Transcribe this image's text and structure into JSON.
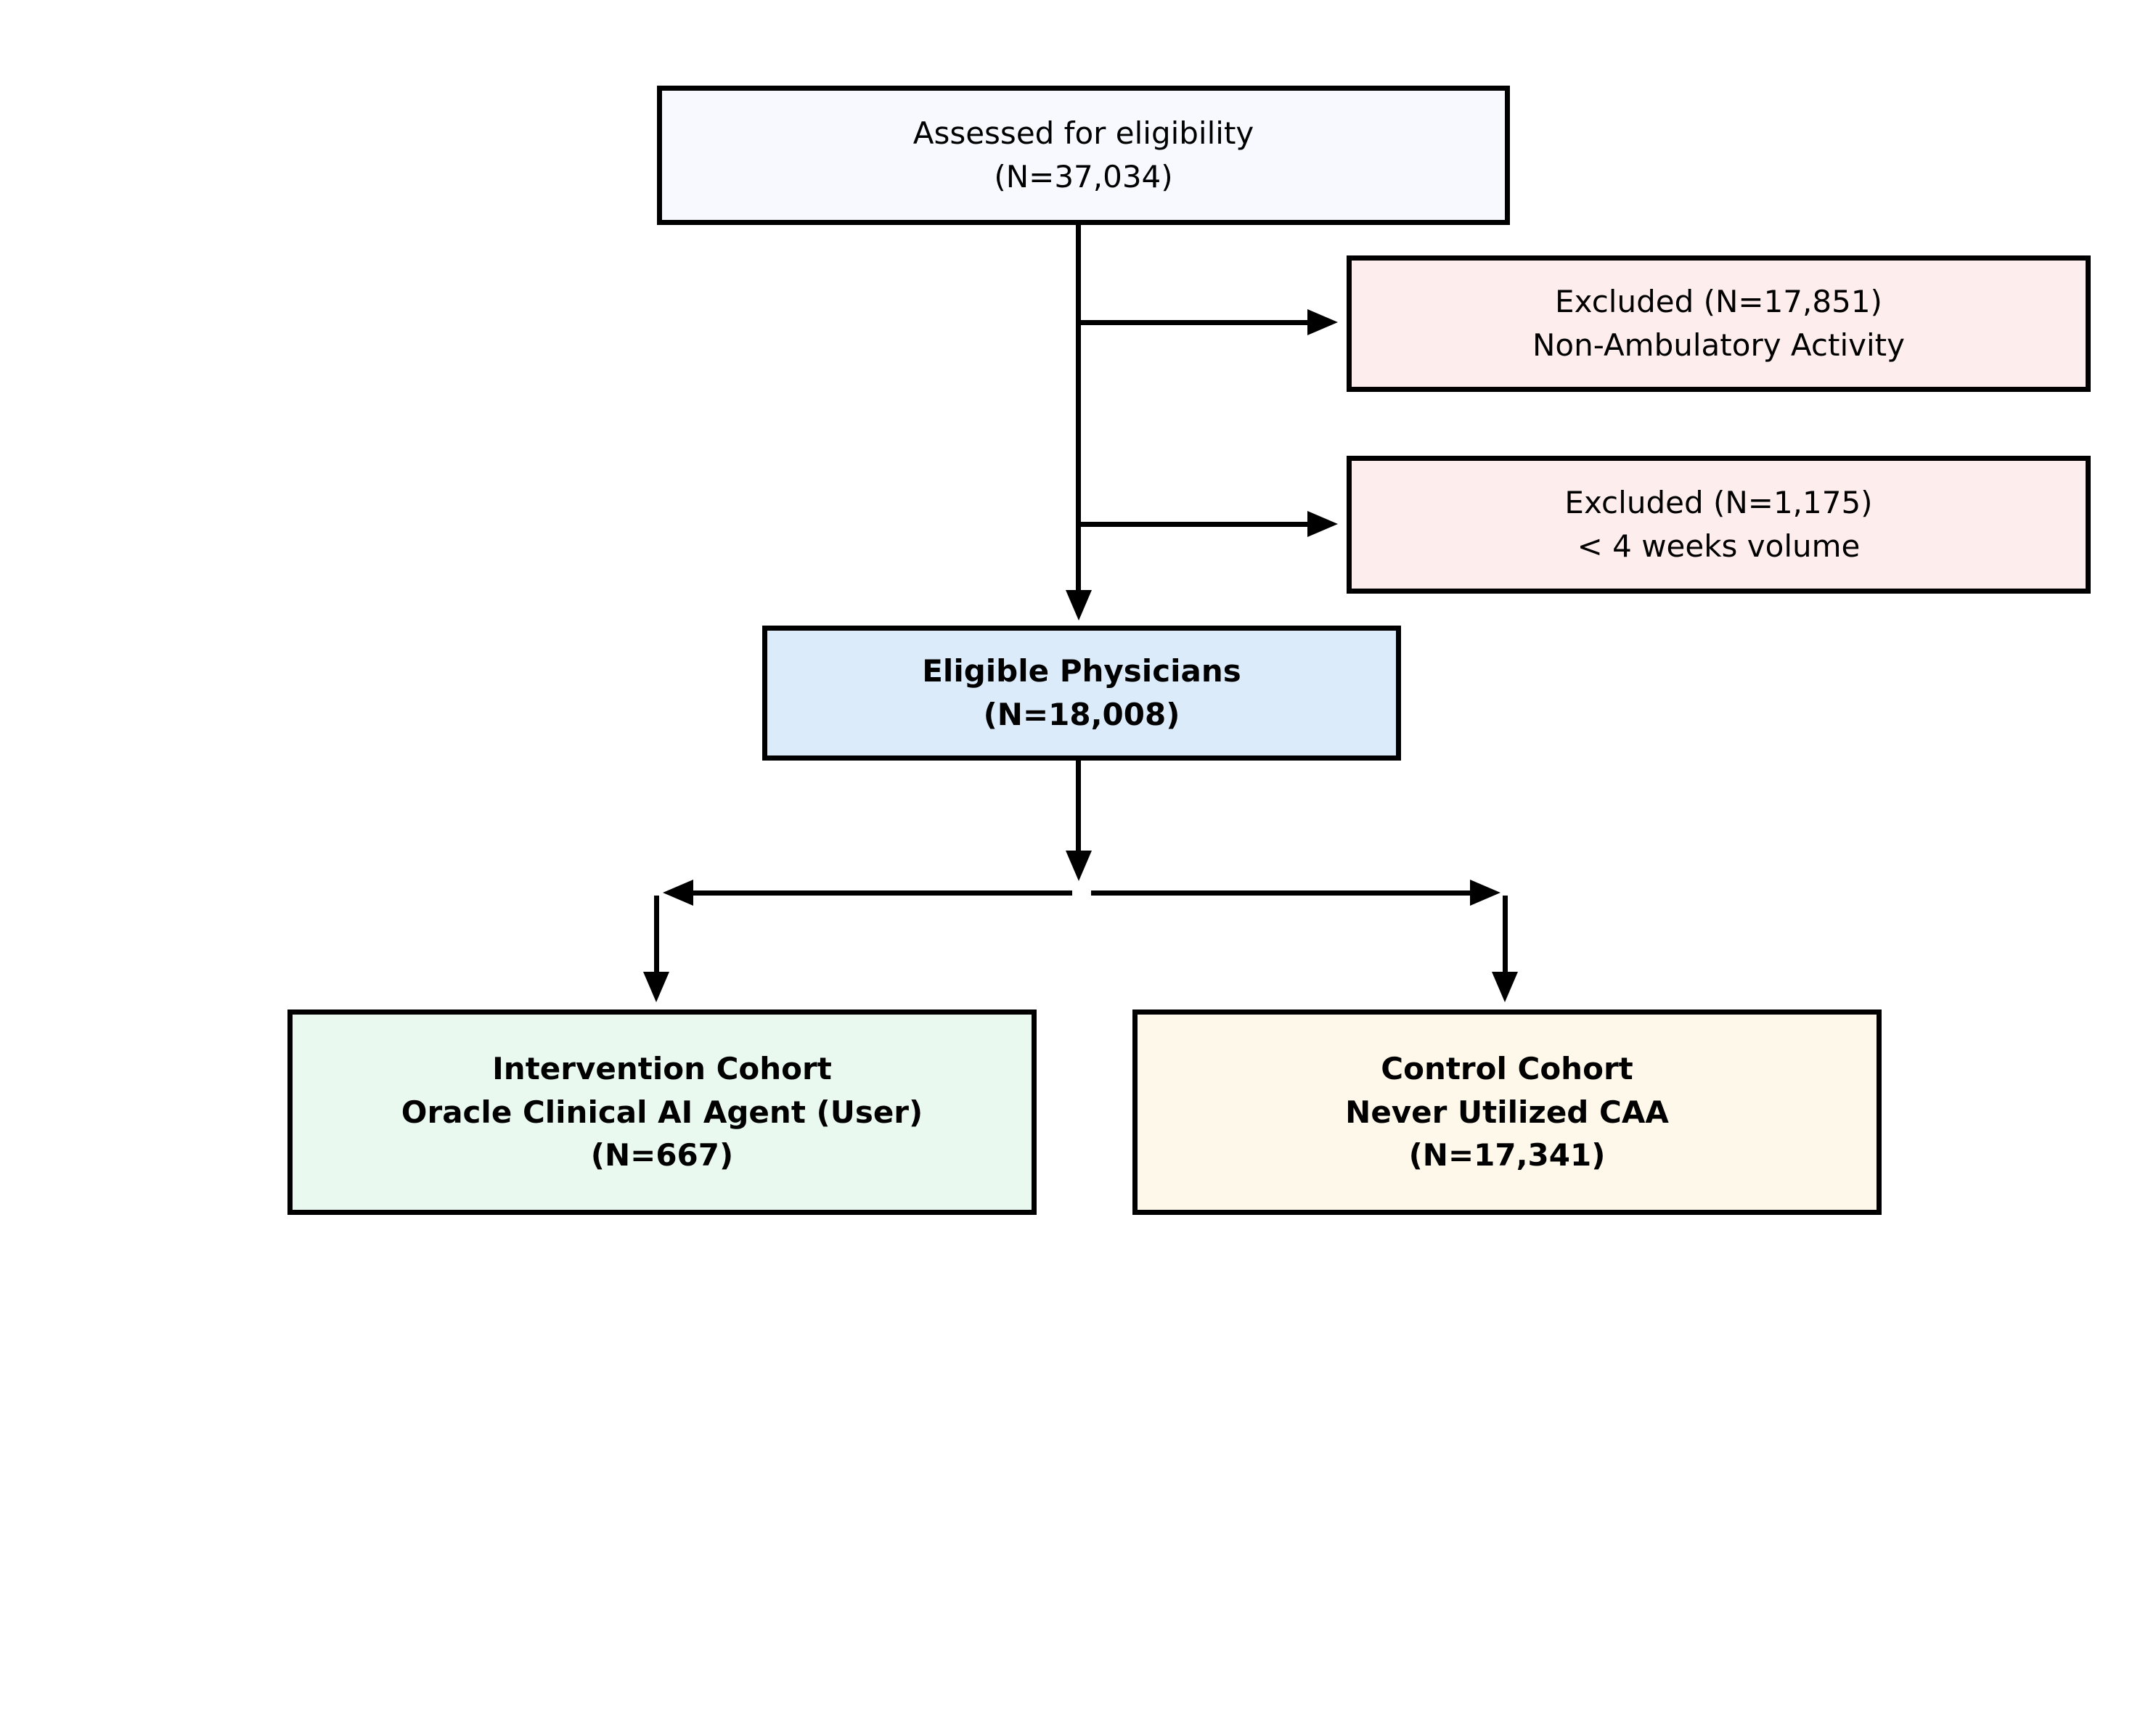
{
  "flowchart": {
    "colors": {
      "page_background": "#FFFFFF",
      "box_border": "#000000",
      "arrow": "#000000",
      "text": "#000000",
      "assessed_bg": "#F8F8FF",
      "excluded_bg": "#FDEDEC",
      "eligible_bg": "#DCEBFA",
      "intervention_bg": "#EAF9EF",
      "control_bg": "#FDF8EA"
    },
    "nodes": {
      "assessed": {
        "lines": [
          "Assessed for eligibility",
          "(N=37,034)"
        ],
        "bg": "#F8F8FF",
        "bold": false
      },
      "excluded_non_ambulatory": {
        "lines": [
          "Excluded (N=17,851)",
          "Non-Ambulatory Activity"
        ],
        "bg": "#FDEDEC",
        "bold": false
      },
      "excluded_low_volume": {
        "lines": [
          "Excluded (N=1,175)",
          "< 4 weeks volume"
        ],
        "bg": "#FDEDEC",
        "bold": false
      },
      "eligible": {
        "lines": [
          "Eligible Physicians",
          "(N=18,008)"
        ],
        "bg": "#DCEBFA",
        "bold": true
      },
      "intervention": {
        "lines": [
          "Intervention Cohort",
          "Oracle Clinical AI Agent (User)",
          "(N=667)"
        ],
        "bg": "#EAF9EF",
        "bold": true
      },
      "control": {
        "lines": [
          "Control Cohort",
          "Never Utilized CAA",
          "(N=17,341)"
        ],
        "bg": "#FDF8EA",
        "bold": true
      }
    },
    "edges": [
      {
        "from": "assessed",
        "to": "excluded_non_ambulatory"
      },
      {
        "from": "assessed",
        "to": "excluded_low_volume"
      },
      {
        "from": "assessed",
        "to": "eligible"
      },
      {
        "from": "eligible",
        "to": "intervention"
      },
      {
        "from": "eligible",
        "to": "control"
      }
    ]
  }
}
